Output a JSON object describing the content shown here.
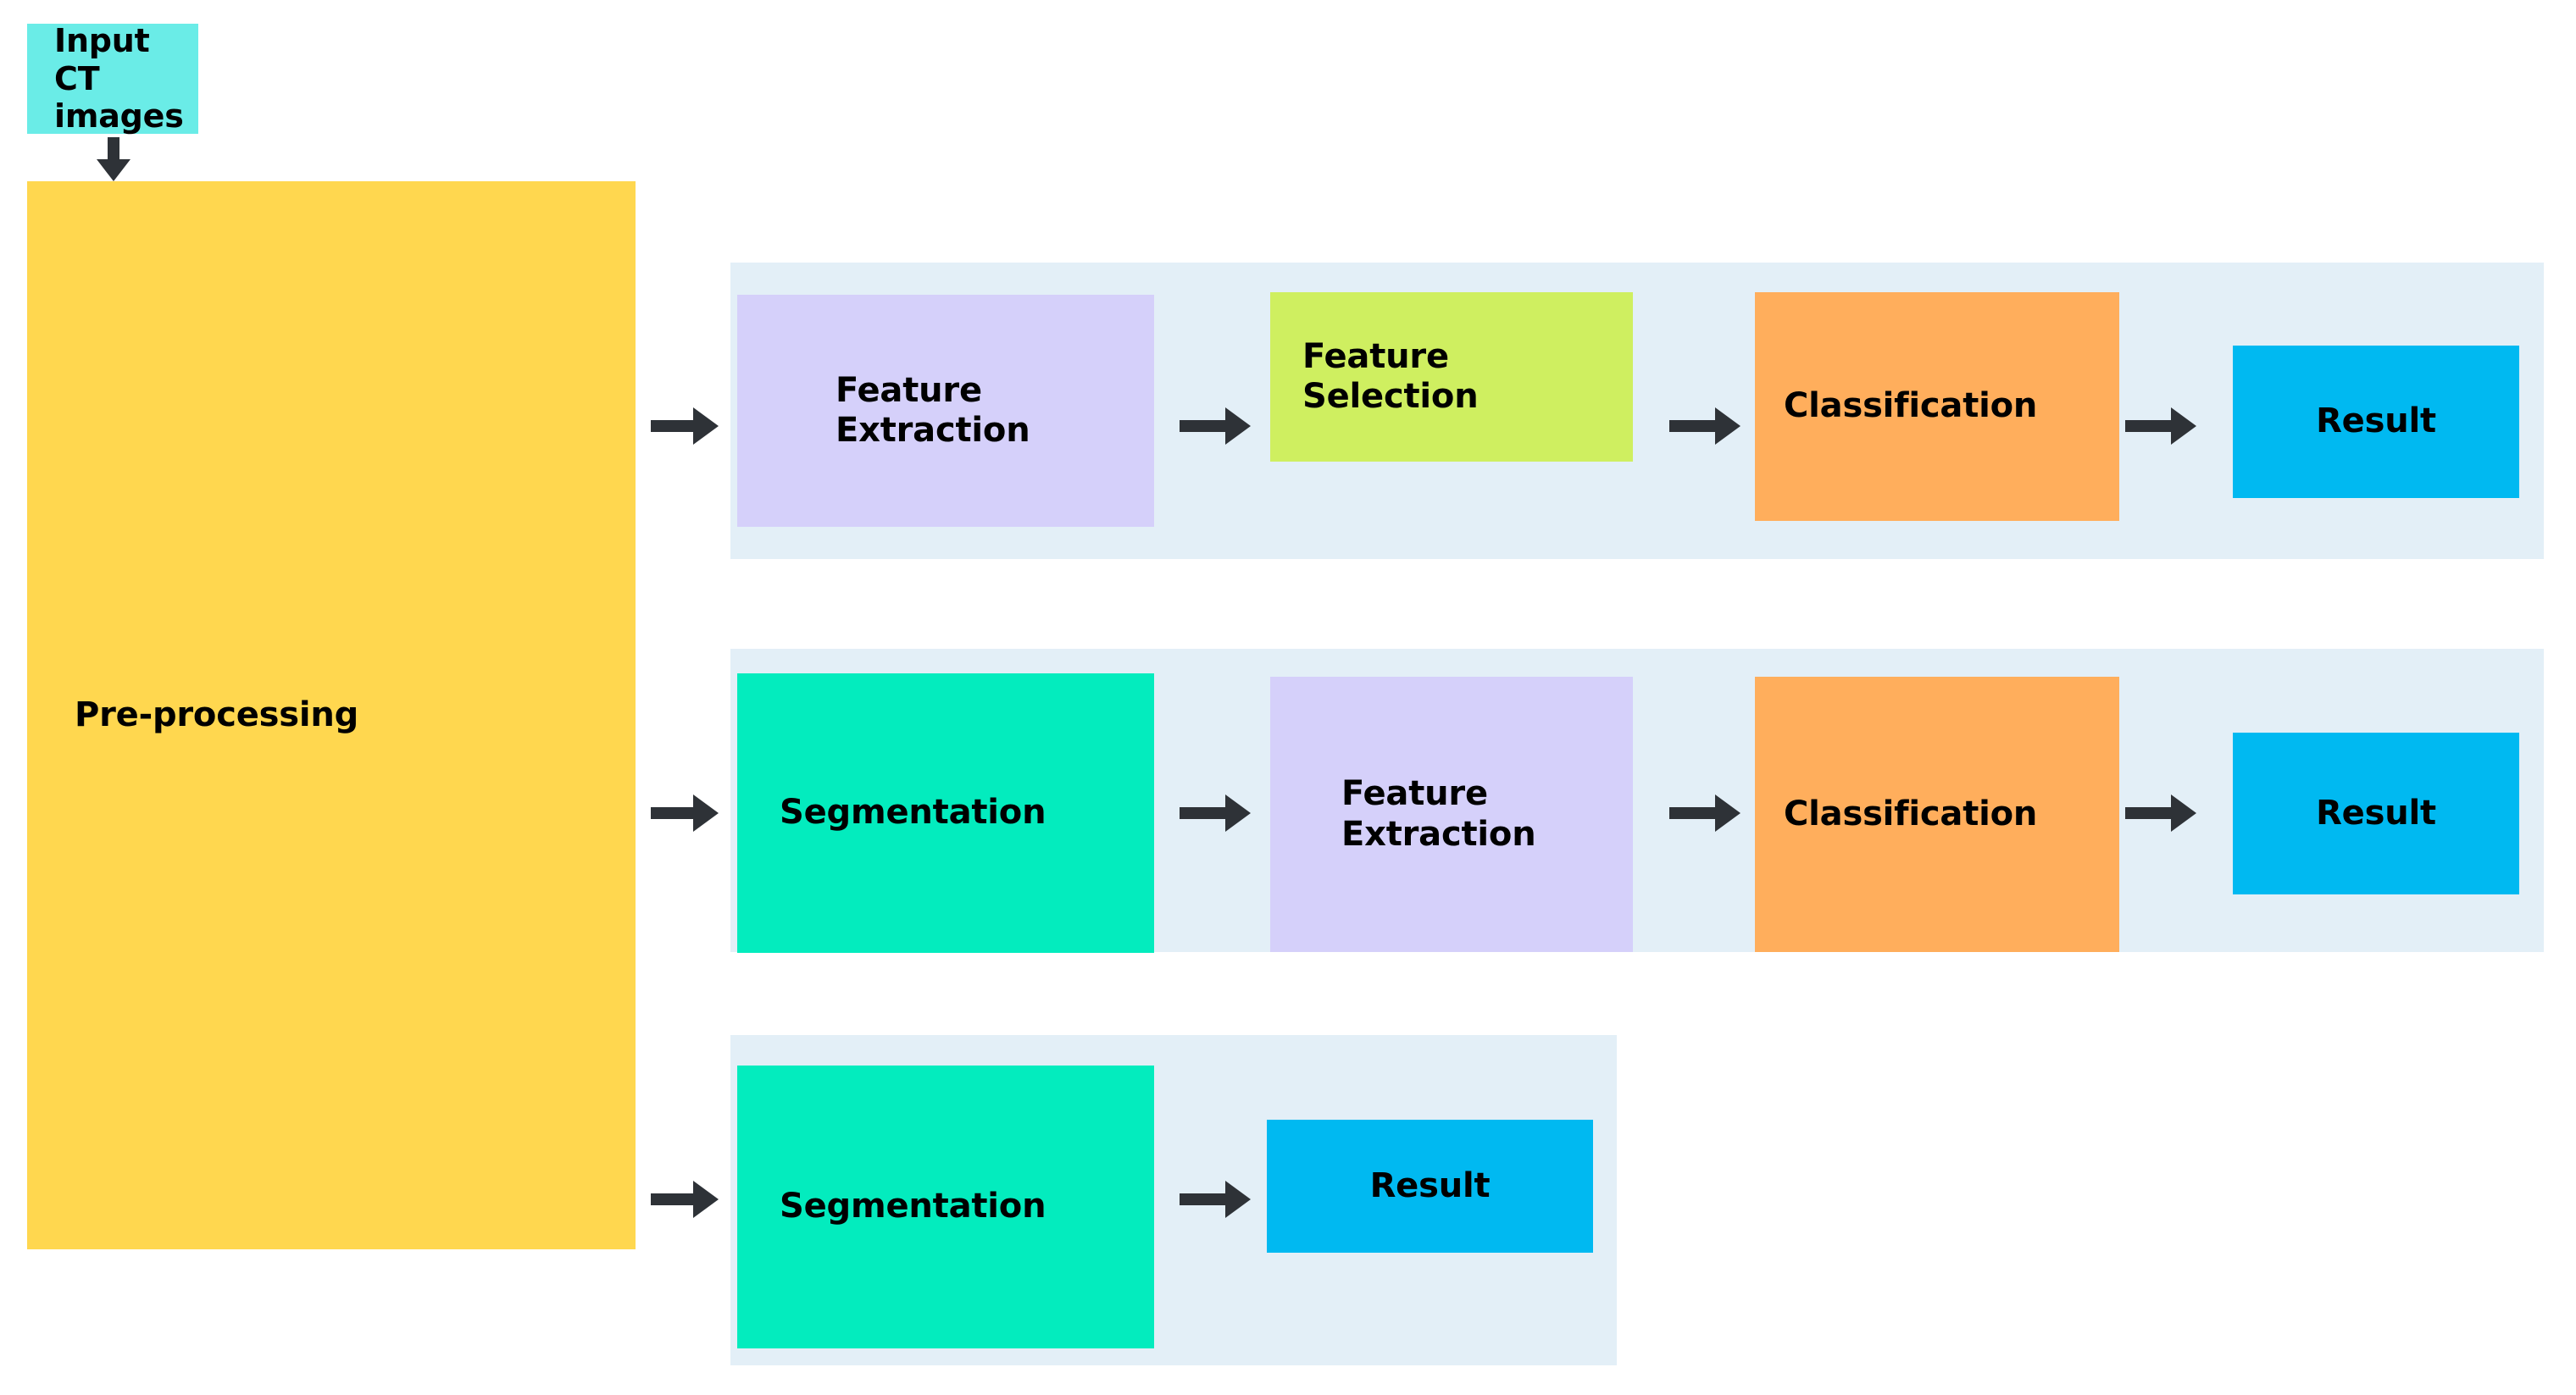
{
  "diagram": {
    "title": "CT image analysis pipeline flowchart",
    "type": "flowchart",
    "background": "#ffffff"
  },
  "palette": {
    "cyan": "#6aece7",
    "yellow": "#ffd74f",
    "lavender": "#d5d0fa",
    "lime": "#cfef60",
    "orange": "#ffae5c",
    "blue": "#00b9f1",
    "spring_green": "#03ecbe",
    "band": "#e3eff7",
    "arrow": "#2e3237",
    "text": "#000000"
  },
  "nodes": {
    "input": {
      "label": "Input CT\nimages",
      "color": "#6aece7"
    },
    "preprocessing": {
      "label": "Pre-processing",
      "color": "#ffd74f"
    }
  },
  "rows": [
    {
      "id": "row-1",
      "steps": [
        {
          "label": "Feature\nExtraction",
          "color": "#d5d0fa",
          "name": "feature-extraction"
        },
        {
          "label": "Feature\nSelection",
          "color": "#cfef60",
          "name": "feature-selection"
        },
        {
          "label": "Classification",
          "color": "#ffae5c",
          "name": "classification"
        },
        {
          "label": "Result",
          "color": "#00b9f1",
          "name": "result"
        }
      ]
    },
    {
      "id": "row-2",
      "steps": [
        {
          "label": "Segmentation",
          "color": "#03ecbe",
          "name": "segmentation"
        },
        {
          "label": "Feature\nExtraction",
          "color": "#d5d0fa",
          "name": "feature-extraction"
        },
        {
          "label": "Classification",
          "color": "#ffae5c",
          "name": "classification"
        },
        {
          "label": "Result",
          "color": "#00b9f1",
          "name": "result"
        }
      ]
    },
    {
      "id": "row-3",
      "steps": [
        {
          "label": "Segmentation",
          "color": "#03ecbe",
          "name": "segmentation"
        },
        {
          "label": "Result",
          "color": "#00b9f1",
          "name": "result"
        }
      ]
    }
  ],
  "connections": {
    "input_to_preprocessing": "down-arrow",
    "preprocessing_to_row1": "right-arrow",
    "preprocessing_to_row2": "right-arrow",
    "preprocessing_to_row3": "right-arrow"
  }
}
